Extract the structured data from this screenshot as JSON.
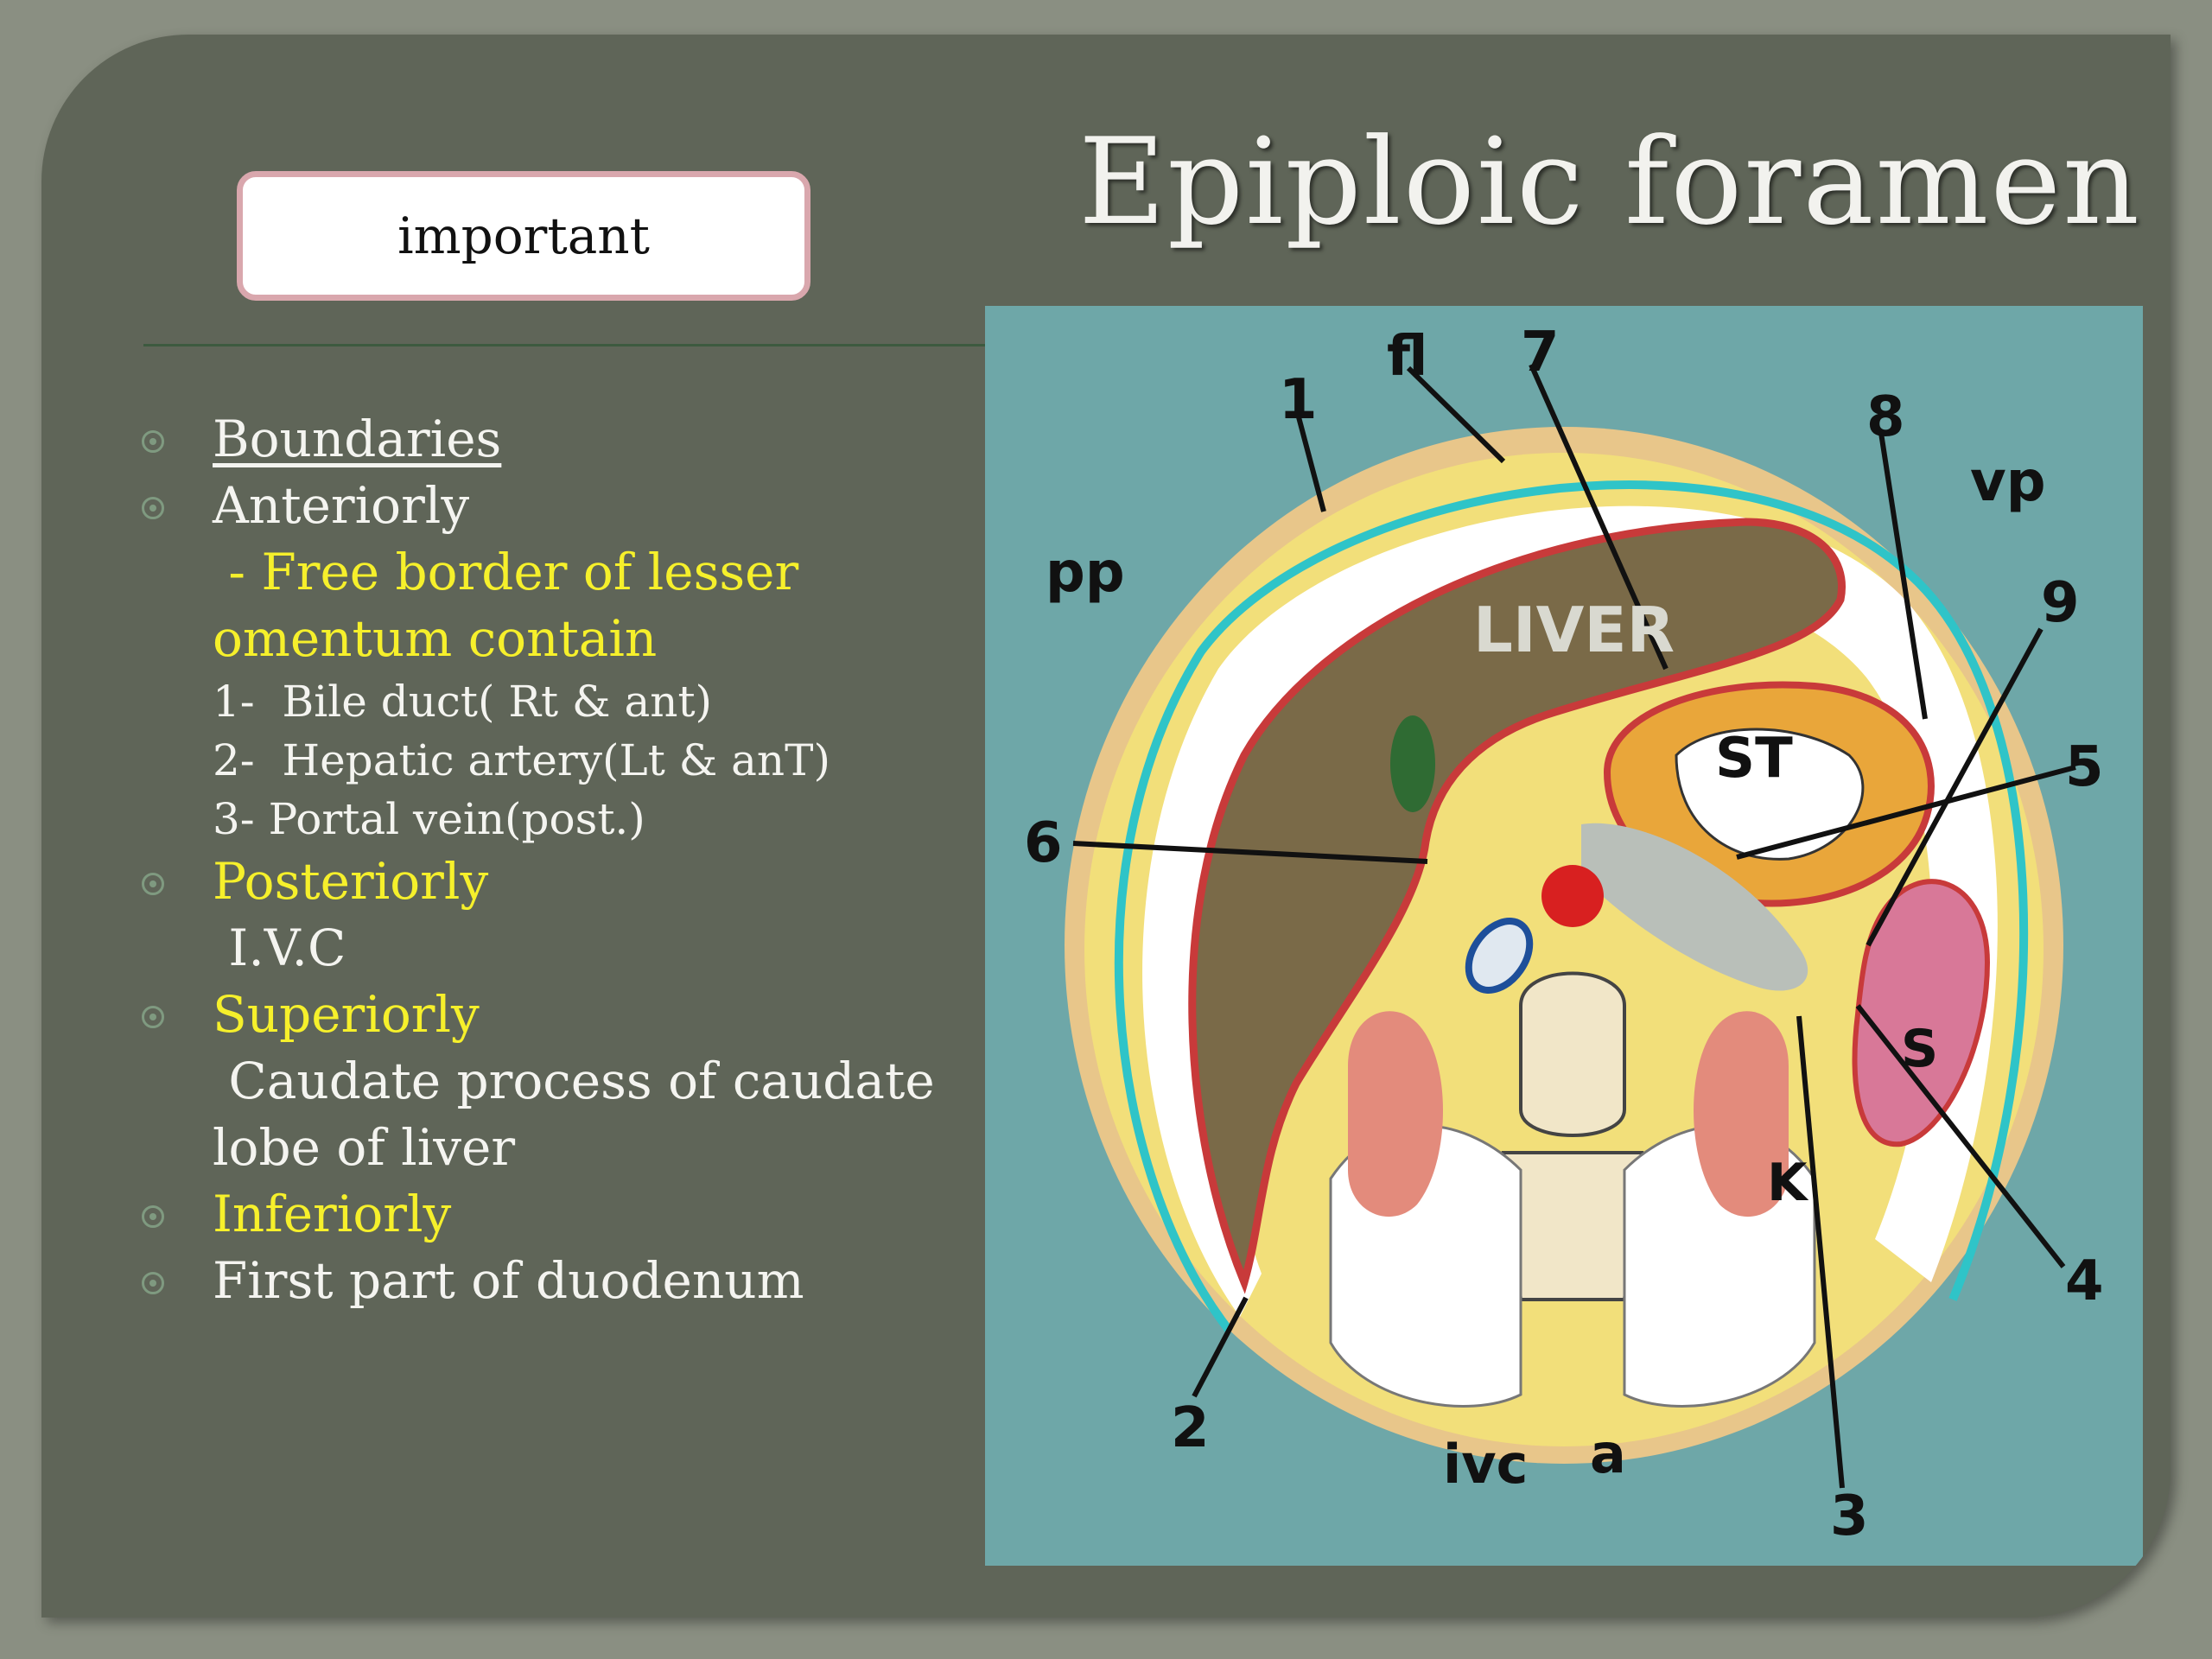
{
  "slide": {
    "title": "Epiploic foramen",
    "tag": "important"
  },
  "boundaries": {
    "heading": "Boundaries",
    "anterior": {
      "label": "Anteriorly",
      "line1": " - Free border of lesser",
      "line2": "omentum contain",
      "items": [
        "1-  Bile duct( Rt & ant)",
        "2-  Hepatic artery(Lt & anT)",
        "3- Portal vein(post.)"
      ]
    },
    "posterior": {
      "label": "Posteriorly",
      "text": " I.V.C"
    },
    "superior": {
      "label": "Superiorly",
      "line1": " Caudate process of caudate",
      "line2": "lobe of liver"
    },
    "inferior": {
      "label": "Inferiorly",
      "text": "First part of duodenum"
    }
  },
  "figure": {
    "labels": {
      "fl": "fl",
      "n1": "1",
      "n2": "2",
      "n3": "3",
      "n4": "4",
      "n5": "5",
      "n6": "6",
      "n7": "7",
      "n8": "8",
      "n9": "9",
      "pp": "pp",
      "vp": "vp",
      "liver": "LIVER",
      "st": "ST",
      "s": "S",
      "k": "K",
      "ivc": "ivc",
      "a": "a"
    },
    "colors": {
      "background": "#6ea7a8",
      "body": "#f2df7a",
      "skin": "#e8c68a",
      "liver": "#7a6a48",
      "stomach": "#e9a63a",
      "kidney": "#e38b7c",
      "spleen": "#d87898",
      "peritoneum": "#c83a3a",
      "cyan_line": "#2fc4c8"
    }
  }
}
